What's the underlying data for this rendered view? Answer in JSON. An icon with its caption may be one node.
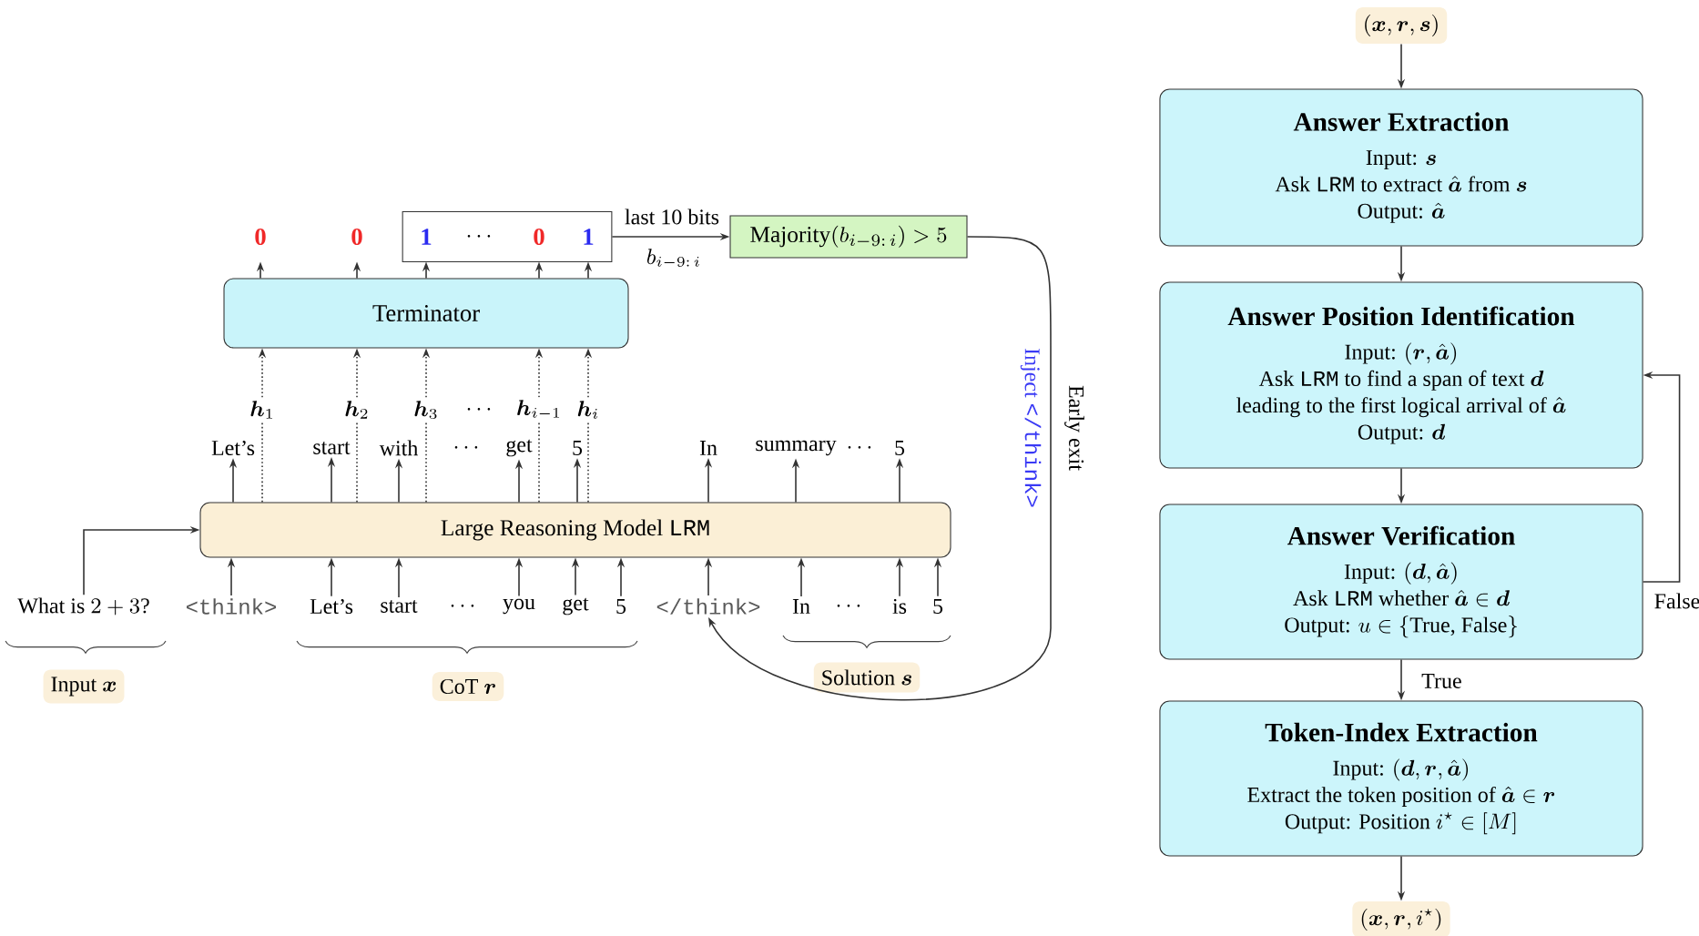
{
  "diagram": {
    "nodes": [
      {
        "text": [
          "Terminator"
        ]
      },
      {
        "text": [],
        "shape": "box"
      },
      {
        "text": [
          "0"
        ]
      },
      {
        "text": [
          "0"
        ]
      },
      {
        "text": [
          "1"
        ],
        "in": 1
      },
      {
        "text": [
          "\\cdots"
        ],
        "in": 1
      },
      {
        "text": [
          "0"
        ],
        "in": 1
      },
      {
        "text": [
          "1"
        ],
        "in": 1
      },
      {
        "text": [
          "\\text{Majority}(b_{i-9:\\,i}) > 5"
        ]
      },
      {
        "text": [
          "\\text{Large Reasoning Model \\texttt{LRM}}"
        ]
      },
      {
        "text": [
          "Let’s"
        ]
      },
      {
        "text": [
          "start"
        ]
      },
      {
        "text": [
          "with"
        ]
      },
      {
        "text": [
          "\\cdots"
        ]
      },
      {
        "text": [
          "get"
        ]
      },
      {
        "text": [
          "5"
        ]
      },
      {
        "text": [
          "In"
        ]
      },
      {
        "text": [
          "summary"
        ]
      },
      {
        "text": [
          "\\cdots"
        ]
      },
      {
        "text": [
          "5"
        ]
      },
      {
        "text": [
          "\\text{What is }2+3\\text{?}"
        ]
      },
      {
        "text": [
          "<think>"
        ]
      },
      {
        "text": [
          "Let’s"
        ]
      },
      {
        "text": [
          "start"
        ]
      },
      {
        "text": [
          "\\cdots"
        ]
      },
      {
        "text": [
          "you"
        ]
      },
      {
        "text": [
          "get"
        ]
      },
      {
        "text": [
          "5"
        ]
      },
      {
        "text": [
          "</think>"
        ]
      },
      {
        "text": [
          "In"
        ]
      },
      {
        "text": [
          "\\cdots"
        ]
      },
      {
        "text": [
          "is"
        ]
      },
      {
        "text": [
          "5"
        ]
      },
      {
        "text": [
          "\\text{Input }\\boldsymbol{x}"
        ]
      },
      {
        "text": [
          "\\text{CoT }\\boldsymbol{r}"
        ]
      },
      {
        "text": [
          "\\text{Solution }\\boldsymbol{s}"
        ]
      },
      {
        "text": [
          "(\\boldsymbol{x}, \\boldsymbol{r}, \\boldsymbol{s})"
        ]
      },
      {
        "text": [
          "Answer Extraction",
          "\\text{Input: }\\boldsymbol{s}",
          "\\text{Ask \\texttt{LRM} to extract }\\hat{\\boldsymbol{a}}\\text{ from }\\boldsymbol{s}",
          "\\text{Output: }\\hat{\\boldsymbol{a}}"
        ]
      },
      {
        "text": [
          "Answer Position Identification",
          "\\text{Input: }(\\boldsymbol{r}, \\hat{\\boldsymbol{a}})",
          "\\text{Ask \\texttt{LRM} to find a span of text }\\boldsymbol{d}",
          "\\text{leading to the first logical arrival of }\\hat{\\boldsymbol{a}}",
          "\\text{Output: }\\boldsymbol{d}"
        ]
      },
      {
        "text": [
          "Answer Verification",
          "\\text{Input: }(\\boldsymbol{d}, \\hat{\\boldsymbol{a}})",
          "\\text{Ask \\texttt{LRM} whether }\\hat{\\boldsymbol{a}} \\in \\boldsymbol{d}",
          "\\text{Output: }u \\in \\{\\text{True, False}\\}"
        ]
      },
      {
        "text": [
          "Token-Index Extraction",
          "\\text{Input: }(\\boldsymbol{d}, \\boldsymbol{r}, \\hat{\\boldsymbol{a}})",
          "\\text{Extract the token position of }\\hat{\\boldsymbol{a}} \\in \\boldsymbol{r}",
          "\\text{Output: Position }i^{\\star} \\in [M]"
        ]
      },
      {
        "text": [
          "(\\boldsymbol{x}, \\boldsymbol{r}, i^{\\star})"
        ]
      }
    ],
    "edges": [
      {
        "from": 0,
        "to": 2,
        "arrow": "to"
      },
      {
        "from": 0,
        "to": 3,
        "arrow": "to"
      },
      {
        "from": 0,
        "to": 4,
        "arrow": "to"
      },
      {
        "from": 0,
        "to": 6,
        "arrow": "to"
      },
      {
        "from": 0,
        "to": 7,
        "arrow": "to"
      },
      {
        "from": 9,
        "to": 0,
        "arrow": "to",
        "style": "dashed"
      },
      {
        "from": 9,
        "to": 0,
        "arrow": "to",
        "style": "dashed"
      },
      {
        "from": 9,
        "to": 0,
        "arrow": "to",
        "style": "dashed"
      },
      {
        "from": 9,
        "to": 0,
        "arrow": "to",
        "style": "dashed"
      },
      {
        "from": 9,
        "to": 0,
        "arrow": "to",
        "style": "dashed"
      },
      {
        "from": 1,
        "to": 8,
        "arrow": "to",
        "label": "last 10 bits"
      },
      {
        "from": 8,
        "to": 28,
        "arrow": "to",
        "label": "Early exit"
      },
      {
        "from": 9,
        "to": 10,
        "arrow": "to"
      },
      {
        "from": 9,
        "to": 11,
        "arrow": "to"
      },
      {
        "from": 9,
        "to": 12,
        "arrow": "to"
      },
      {
        "from": 9,
        "to": 14,
        "arrow": "to"
      },
      {
        "from": 9,
        "to": 15,
        "arrow": "to"
      },
      {
        "from": 9,
        "to": 16,
        "arrow": "to"
      },
      {
        "from": 9,
        "to": 17,
        "arrow": "to"
      },
      {
        "from": 9,
        "to": 19,
        "arrow": "to"
      },
      {
        "from": 20,
        "to": 9,
        "arrow": "to"
      },
      {
        "from": 21,
        "to": 9,
        "arrow": "to"
      },
      {
        "from": 22,
        "to": 9,
        "arrow": "to"
      },
      {
        "from": 23,
        "to": 9,
        "arrow": "to"
      },
      {
        "from": 25,
        "to": 9,
        "arrow": "to"
      },
      {
        "from": 26,
        "to": 9,
        "arrow": "to"
      },
      {
        "from": 27,
        "to": 9,
        "arrow": "to"
      },
      {
        "from": 28,
        "to": 9,
        "arrow": "to"
      },
      {
        "from": 29,
        "to": 9,
        "arrow": "to"
      },
      {
        "from": 31,
        "to": 9,
        "arrow": "to"
      },
      {
        "from": 32,
        "to": 9,
        "arrow": "to"
      },
      {
        "from": 36,
        "to": 37,
        "arrow": "to"
      },
      {
        "from": 37,
        "to": 38,
        "arrow": "to"
      },
      {
        "from": 38,
        "to": 39,
        "arrow": "to"
      },
      {
        "from": 39,
        "to": 40,
        "arrow": "to",
        "label": "True"
      },
      {
        "from": 40,
        "to": 41,
        "arrow": "to"
      },
      {
        "from": 39,
        "to": 38,
        "arrow": "to",
        "label": "False"
      }
    ],
    "labels": [
      "b_{i-9:\\,i}",
      "\\boldsymbol{h}_1",
      "\\boldsymbol{h}_2",
      "\\boldsymbol{h}_3",
      "\\cdots",
      "\\boldsymbol{h}_{i-1}",
      "\\boldsymbol{h}_i",
      "\\text{Inject \\texttt{</think>}}"
    ]
  }
}
